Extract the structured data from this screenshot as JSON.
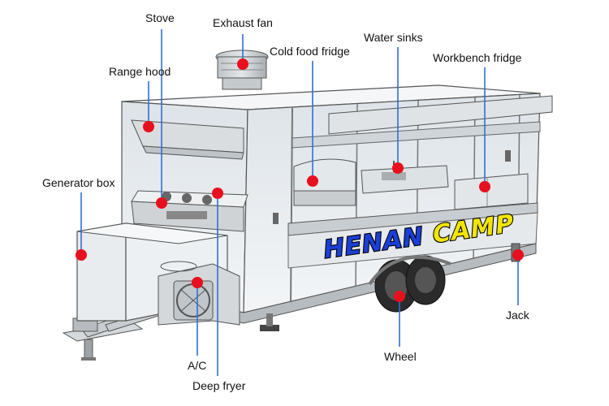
{
  "brand": {
    "text": "HENAN CAMP",
    "fill_color": "#f2e600",
    "second_fill_color": "#1b3fd6",
    "outline_color": "#000000"
  },
  "colors": {
    "marker": "#e8101e",
    "leader_line": "#2f6fd6",
    "trailer_outline": "#555555",
    "glass": "#e9eef2"
  },
  "callouts": {
    "stove": "Stove",
    "exhaust_fan": "Exhaust fan",
    "cold_food_fridge": "Cold food fridge",
    "water_sinks": "Water sinks",
    "workbench_fridge": "Workbench fridge",
    "range_hood": "Range hood",
    "generator_box": "Generator box",
    "ac": "A/C",
    "deep_fryer": "Deep fryer",
    "wheel": "Wheel",
    "jack": "Jack"
  }
}
